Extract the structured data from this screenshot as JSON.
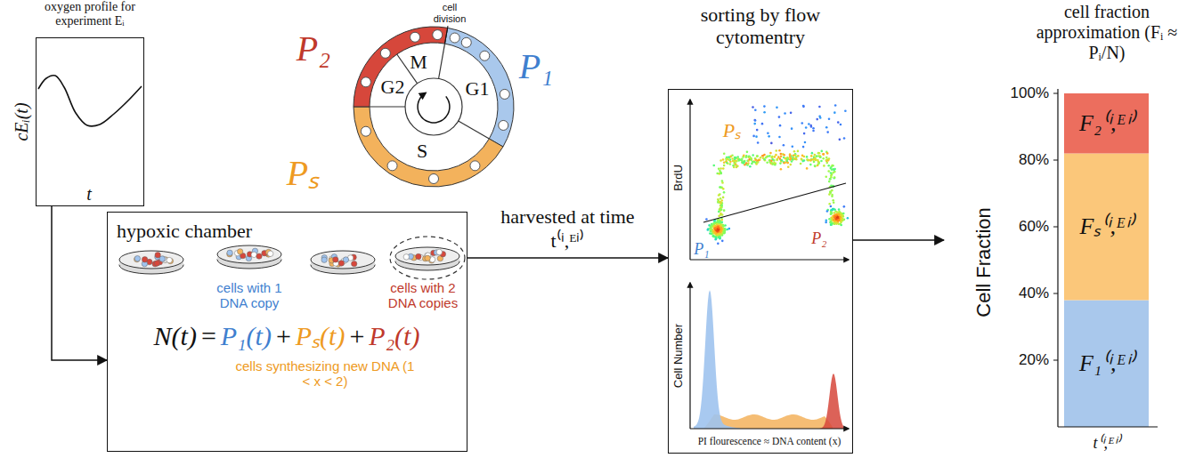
{
  "diagram": {
    "nodes": [
      {
        "text": [
          "oxygen profile for experiment Eᵢ"
        ]
      },
      {
        "text": [
          "hypoxic chamber"
        ]
      },
      {
        "text": [
          "sorting by flow cytomentry"
        ]
      },
      {
        "text": [
          "cell fraction approximation (Fᵢ ≈ Pᵢ/N)"
        ]
      }
    ],
    "edges": [
      {
        "from": 0,
        "to": 1,
        "arrow": "to"
      },
      {
        "from": 1,
        "to": 2,
        "arrow": "to",
        "label": "harvested at time t⁽ⁱ,ᴱⁱ⁾"
      },
      {
        "from": 2,
        "to": 3,
        "arrow": "to"
      }
    ],
    "labels": [
      "cell division",
      "P₂",
      "P₁",
      "Pₛ",
      "M",
      "G2",
      "G1",
      "S",
      "cEᵢ(t)",
      "t",
      "cells with 1 DNA copy",
      "cells with 2 DNA copies",
      "N(t)",
      "=",
      "P₁(t)",
      "+",
      "Pₛ(t)",
      "+",
      "P₂(t)",
      "cells synthesizing new DNA (1 < x < 2)",
      "Pₛ",
      "BrdU",
      "P₁",
      "P₂",
      "Cell Number",
      "PI flourescence ≈ DNA content (x)",
      "100%",
      "80%",
      "60%",
      "40%",
      "20%",
      "Cell Fraction",
      "F₂⁽ⁱ,ᴱⁱ⁾",
      "Fₛ⁽ⁱ,ᴱⁱ⁾",
      "F₁⁽ⁱ,ᴱⁱ⁾",
      "t⁽ⁱ,ᴱⁱ⁾"
    ]
  }
}
